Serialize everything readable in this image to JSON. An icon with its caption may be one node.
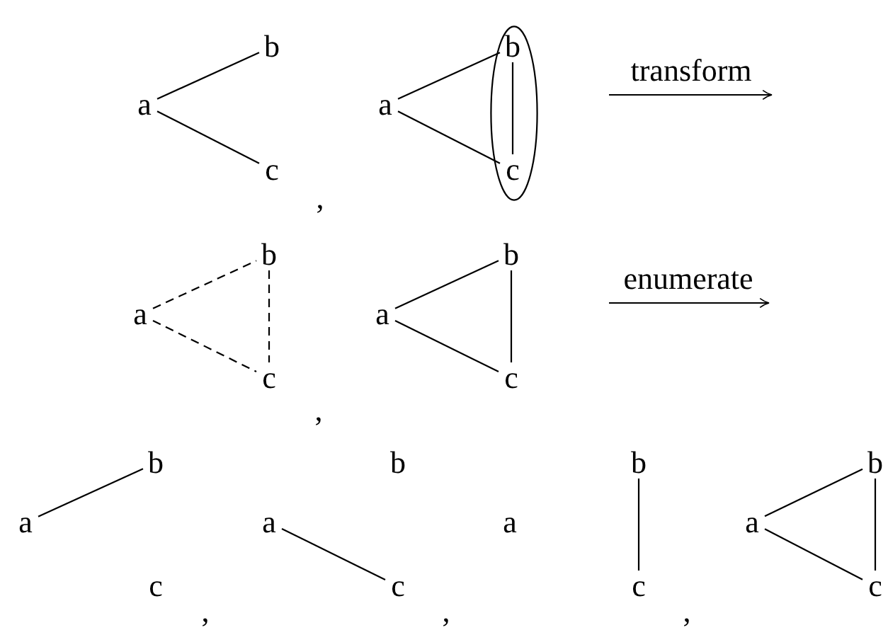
{
  "diagram": {
    "nodes": [
      {
        "text": [
          "a"
        ]
      },
      {
        "text": [
          "b"
        ]
      },
      {
        "text": [
          "c"
        ]
      },
      {
        "text": [
          "a"
        ]
      },
      {
        "text": [],
        "shape": "ellipse"
      },
      {
        "text": [
          "b"
        ],
        "in": 4
      },
      {
        "text": [
          "c"
        ],
        "in": 4
      },
      {
        "text": [
          "a"
        ]
      },
      {
        "text": [
          "b"
        ]
      },
      {
        "text": [
          "c"
        ]
      },
      {
        "text": [
          "a"
        ]
      },
      {
        "text": [
          "b"
        ]
      },
      {
        "text": [
          "c"
        ]
      },
      {
        "text": [
          "a"
        ]
      },
      {
        "text": [
          "b"
        ]
      },
      {
        "text": [
          "c"
        ]
      },
      {
        "text": [
          "a"
        ]
      },
      {
        "text": [
          "b"
        ]
      },
      {
        "text": [
          "c"
        ]
      },
      {
        "text": [
          "a"
        ]
      },
      {
        "text": [
          "b"
        ]
      },
      {
        "text": [
          "c"
        ]
      },
      {
        "text": [
          "a"
        ]
      },
      {
        "text": [
          "b"
        ]
      },
      {
        "text": [
          "c"
        ]
      }
    ],
    "edges": [
      {
        "from": 0,
        "to": 1,
        "arrow": "none"
      },
      {
        "from": 0,
        "to": 2,
        "arrow": "none"
      },
      {
        "from": 3,
        "to": 5,
        "arrow": "none"
      },
      {
        "from": 3,
        "to": 6,
        "arrow": "none"
      },
      {
        "from": 5,
        "to": 6,
        "arrow": "none"
      },
      {
        "from": 7,
        "to": 8,
        "arrow": "none",
        "style": "dashed"
      },
      {
        "from": 7,
        "to": 9,
        "arrow": "none",
        "style": "dashed"
      },
      {
        "from": 8,
        "to": 9,
        "arrow": "none",
        "style": "dashed"
      },
      {
        "from": 10,
        "to": 11,
        "arrow": "none"
      },
      {
        "from": 10,
        "to": 12,
        "arrow": "none"
      },
      {
        "from": 11,
        "to": 12,
        "arrow": "none"
      },
      {
        "from": 13,
        "to": 14,
        "arrow": "none"
      },
      {
        "from": 16,
        "to": 18,
        "arrow": "none"
      },
      {
        "from": 20,
        "to": 21,
        "arrow": "none"
      },
      {
        "from": 22,
        "to": 23,
        "arrow": "none"
      },
      {
        "from": 22,
        "to": 24,
        "arrow": "none"
      },
      {
        "from": 23,
        "to": 24,
        "arrow": "none"
      }
    ],
    "labels": [
      ",",
      "transform",
      ",",
      "enumerate",
      ",",
      ",",
      ","
    ]
  }
}
